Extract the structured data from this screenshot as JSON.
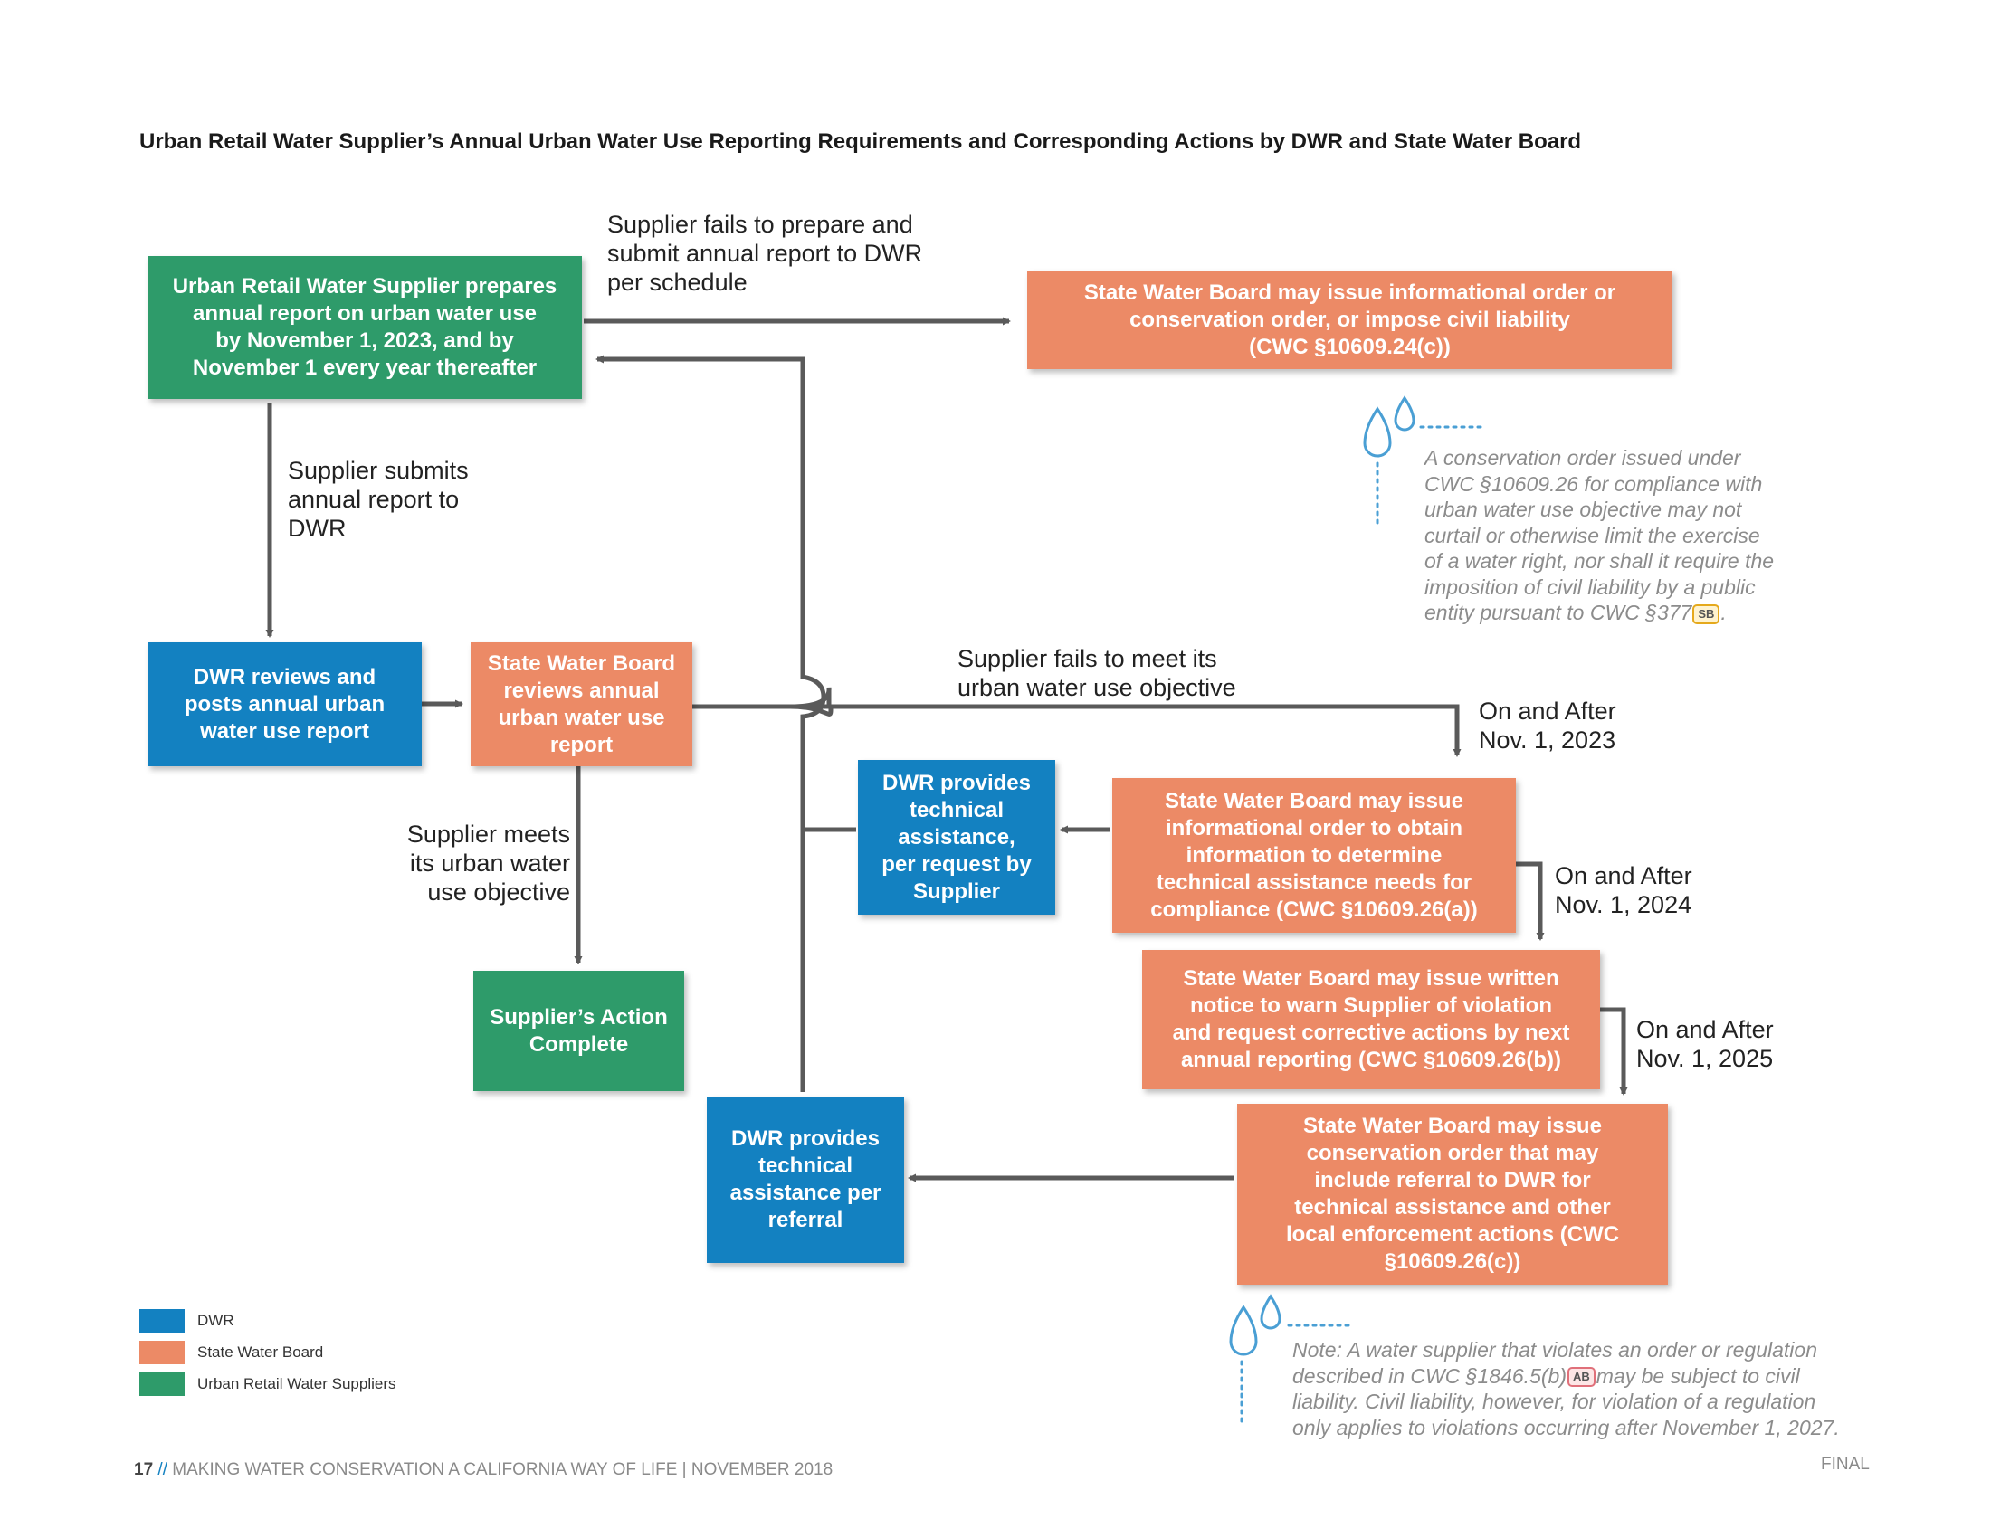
{
  "title": "Urban Retail Water Supplier’s Annual Urban Water Use Reporting Requirements and Corresponding Actions by DWR and State Water Board",
  "colors": {
    "dwr": "#1381c1",
    "state_water_board": "#ec8a66",
    "urban_retail_water_suppliers": "#2e9b6a",
    "connector": "#5a5a5a",
    "note_dots": "#4a9fd4"
  },
  "boxes": {
    "supplier_prepares": [
      "Urban Retail Water Supplier prepares",
      "annual report on urban water use",
      "by November 1, 2023, and by",
      "November 1 every year thereafter"
    ],
    "swb_informational_or_conservation": [
      "State Water Board may issue informational order or",
      "conservation order, or impose civil liability",
      "(CWC §10609.24(c))"
    ],
    "dwr_reviews": [
      "DWR reviews and",
      "posts annual urban",
      "water use report"
    ],
    "swb_reviews": [
      "State Water Board",
      "reviews annual",
      "urban water use",
      "report"
    ],
    "dwr_ta_request": [
      "DWR provides",
      "technical",
      "assistance,",
      "per request by",
      "Supplier"
    ],
    "swb_informational_order": [
      "State Water Board may issue",
      "informational order to obtain",
      "information to determine",
      "technical assistance needs for",
      "compliance (CWC §10609.26(a))"
    ],
    "swb_written_notice": [
      "State Water Board may issue written",
      "notice to warn Supplier of violation",
      "and request corrective actions by next",
      "annual reporting (CWC §10609.26(b))"
    ],
    "supplier_complete": [
      "Supplier’s Action",
      "Complete"
    ],
    "swb_conservation_order": [
      "State Water Board may issue",
      "conservation order that may",
      "include referral to DWR for",
      "technical assistance and other",
      "local enforcement actions (CWC",
      "§10609.26(c))"
    ],
    "dwr_ta_referral": [
      "DWR provides",
      "technical",
      "assistance per",
      "referral"
    ]
  },
  "labels": {
    "fails_to_prepare": [
      "Supplier fails to prepare and",
      "submit annual report to DWR",
      "per schedule"
    ],
    "submits": [
      "Supplier submits",
      "annual report to",
      "DWR"
    ],
    "fails_to_meet": [
      "Supplier fails to meet its",
      "urban water use objective"
    ],
    "meets": [
      "Supplier meets",
      "its urban water",
      "use objective"
    ],
    "date_2023": [
      "On and After",
      "Nov. 1, 2023"
    ],
    "date_2024": [
      "On and After",
      "Nov. 1, 2024"
    ],
    "date_2025": [
      "On and After",
      "Nov. 1, 2025"
    ]
  },
  "notes": {
    "conservation_order_lines": [
      "A conservation order issued under",
      "CWC §10609.26 for compliance with",
      "urban water use objective may not",
      "curtail or otherwise limit the exercise",
      "of a water right, nor shall it require the",
      "imposition of civil liability by a public"
    ],
    "conservation_order_last": "entity pursuant to CWC §377",
    "conservation_order_badge": "SB",
    "conservation_order_end": ".",
    "note_line1_prefix": "Note: A water supplier that violates an order or regulation",
    "note_line2_prefix": "described in CWC §1846.5(b)",
    "note_badge": "AB",
    "note_line2_suffix": "may be subject to civil",
    "note_line3": "liability. Civil liability, however, for violation of a regulation",
    "note_line4": "only applies to violations occurring after November 1, 2027."
  },
  "legend": [
    "DWR",
    "State Water Board",
    "Urban Retail Water Suppliers"
  ],
  "footer": {
    "page": "17",
    "separator": "//",
    "doc": "MAKING WATER CONSERVATION A CALIFORNIA WAY OF LIFE",
    "pipe": "|",
    "date": "NOVEMBER 2018",
    "final": "FINAL"
  }
}
